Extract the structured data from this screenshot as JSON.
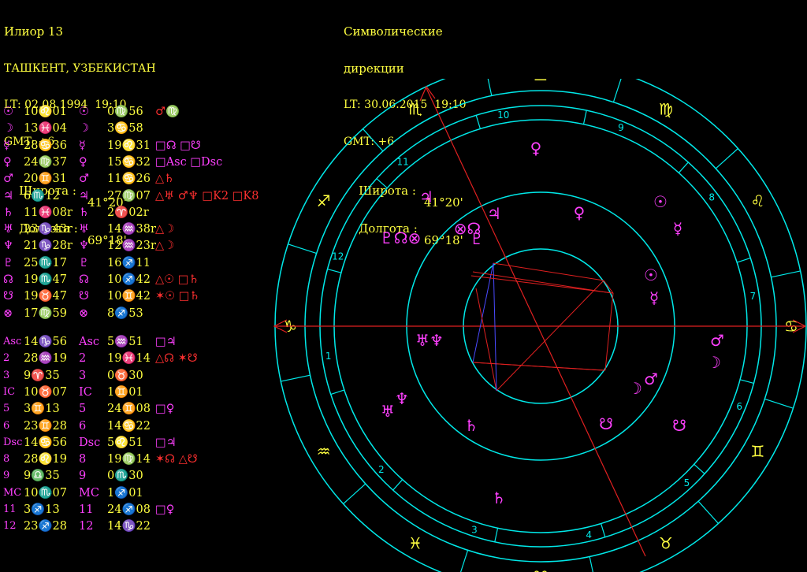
{
  "natal_header": {
    "name": "Илиор 13",
    "place": "ТАШКЕНТ, УЗБЕКИСТАН",
    "lt": "LT: 02.08.1994  19:10",
    "gmt": "GMT: +6",
    "lat_label": "Широта :",
    "lat_value": "41°20'",
    "lon_label": "Долгота :",
    "lon_value": "69°18'"
  },
  "direction_header": {
    "title_line1": "Символические",
    "title_line2": "дирекции",
    "lt": "LT: 30.06.2015  19:10",
    "gmt": "GMT: +6",
    "lat_label": "Широта :",
    "lat_value": "41°20'",
    "lon_label": "Долгота :",
    "lon_value": "69°18'"
  },
  "planet_rows": [
    {
      "g1": "☉",
      "v1": "10♌01",
      "g2": "☉",
      "v2": "0♍56",
      "asp": "♂♍",
      "asp_color": "red"
    },
    {
      "g1": "☽",
      "v1": "13♓04",
      "g2": "☽",
      "v2": "3♋58",
      "asp": "",
      "asp_color": ""
    },
    {
      "g1": "☿",
      "v1": "28♋36",
      "g2": "☿",
      "v2": "19♌31",
      "asp": "□☊ □☋",
      "asp_color": "blue"
    },
    {
      "g1": "♀",
      "v1": "24♍37",
      "g2": "♀",
      "v2": "15♋32",
      "asp": "□Asc □Dsc",
      "asp_color": "blue"
    },
    {
      "g1": "♂",
      "v1": "20♊31",
      "g2": "♂",
      "v2": "11♋26",
      "asp": "△♄",
      "asp_color": "red"
    },
    {
      "g1": "♃",
      "v1": "6♏12",
      "g2": "♃",
      "v2": "27♍07",
      "asp": "△♅ ♂♆ □K2 □K8",
      "asp_color": "red"
    },
    {
      "g1": "♄",
      "v1": "11♓08r",
      "g2": "♄",
      "v2": "2♈02r",
      "asp": "",
      "asp_color": ""
    },
    {
      "g1": "♅",
      "v1": "23♑43r",
      "g2": "♅",
      "v2": "14♒38r",
      "asp": "△☽",
      "asp_color": "red"
    },
    {
      "g1": "♆",
      "v1": "21♑28r",
      "g2": "♆",
      "v2": "12♒23r",
      "asp": "△☽",
      "asp_color": "red"
    },
    {
      "g1": "♇",
      "v1": "25♏17",
      "g2": "♇",
      "v2": "16♐11",
      "asp": "",
      "asp_color": ""
    },
    {
      "g1": "☊",
      "v1": "19♏47",
      "g2": "☊",
      "v2": "10♐42",
      "asp": "△☉ □♄",
      "asp_color": "red"
    },
    {
      "g1": "☋",
      "v1": "19♉47",
      "g2": "☋",
      "v2": "10♊42",
      "asp": "✶☉ □♄",
      "asp_color": "red"
    },
    {
      "g1": "⊗",
      "v1": "17♍59",
      "g2": "⊗",
      "v2": "8♐53",
      "asp": "",
      "asp_color": ""
    }
  ],
  "house_rows": [
    {
      "l1": "Asc",
      "v1": "14♑56",
      "l2": "Asc",
      "v2": "5♒51",
      "asp": "□♃",
      "asp_color": "blue"
    },
    {
      "l1": "2",
      "v1": "28♒19",
      "l2": "2",
      "v2": "19♓14",
      "asp": "△☊ ✶☋",
      "asp_color": "red"
    },
    {
      "l1": "3",
      "v1": "9♈35",
      "l2": "3",
      "v2": "0♉30",
      "asp": "",
      "asp_color": ""
    },
    {
      "l1": "IC",
      "v1": "10♉07",
      "l2": "IC",
      "v2": "1♊01",
      "asp": "",
      "asp_color": ""
    },
    {
      "l1": "5",
      "v1": "3♊13",
      "l2": "5",
      "v2": "24♊08",
      "asp": "□♀",
      "asp_color": "blue"
    },
    {
      "l1": "6",
      "v1": "23♊28",
      "l2": "6",
      "v2": "14♋22",
      "asp": "",
      "asp_color": ""
    },
    {
      "l1": "Dsc",
      "v1": "14♋56",
      "l2": "Dsc",
      "v2": "5♌51",
      "asp": "□♃",
      "asp_color": "blue"
    },
    {
      "l1": "8",
      "v1": "28♌19",
      "l2": "8",
      "v2": "19♍14",
      "asp": "✶☊ △☋",
      "asp_color": "red"
    },
    {
      "l1": "9",
      "v1": "9♎35",
      "l2": "9",
      "v2": "0♏30",
      "asp": "",
      "asp_color": ""
    },
    {
      "l1": "MC",
      "v1": "10♏07",
      "l2": "MC",
      "v2": "1♐01",
      "asp": "",
      "asp_color": ""
    },
    {
      "l1": "11",
      "v1": "3♐13",
      "l2": "11",
      "v2": "24♐08",
      "asp": "□♀",
      "asp_color": "blue"
    },
    {
      "l1": "12",
      "v1": "23♐28",
      "l2": "12",
      "v2": "14♑22",
      "asp": "",
      "asp_color": ""
    }
  ],
  "wheel": {
    "ring_color": "#00e8e8",
    "planet_color": "#ff40ff",
    "axis_color": "#e02020",
    "outer_signs": [
      "♑",
      "♐",
      "♏",
      "♎",
      "♍",
      "♌",
      "♋",
      "♊",
      "♉",
      "♈",
      "♓",
      "♒"
    ],
    "house_numbers": [
      "1",
      "2",
      "3",
      "4",
      "5",
      "6",
      "7",
      "8",
      "9",
      "10",
      "11",
      "12"
    ],
    "outer_planets": [
      {
        "glyph": "♀",
        "name": "venus"
      },
      {
        "glyph": "♃",
        "name": "jupiter"
      },
      {
        "glyph": "♀",
        "name": "venus-2"
      },
      {
        "glyph": "☉",
        "name": "sun"
      },
      {
        "glyph": "☿",
        "name": "mercury"
      },
      {
        "glyph": "☉",
        "name": "sun-2"
      },
      {
        "glyph": "☿",
        "name": "mercury-2"
      },
      {
        "glyph": "♂",
        "name": "mars"
      },
      {
        "glyph": "☽",
        "name": "moon"
      },
      {
        "glyph": "♂",
        "name": "mars-2"
      },
      {
        "glyph": "☽",
        "name": "moon-2"
      },
      {
        "glyph": "☋",
        "name": "south-node"
      },
      {
        "glyph": "☋",
        "name": "south-node-2"
      },
      {
        "glyph": "♄",
        "name": "saturn"
      },
      {
        "glyph": "♄",
        "name": "saturn-2"
      },
      {
        "glyph": "♆",
        "name": "neptune"
      },
      {
        "glyph": "♅",
        "name": "uranus"
      },
      {
        "glyph": "♅♆",
        "name": "uranus-neptune"
      },
      {
        "glyph": "♇☊⊗",
        "name": "pluto-node-fortune"
      },
      {
        "glyph": "♇",
        "name": "pluto"
      },
      {
        "glyph": "♃",
        "name": "jupiter-2"
      },
      {
        "glyph": "⊗☊",
        "name": "fortune-node"
      }
    ]
  }
}
